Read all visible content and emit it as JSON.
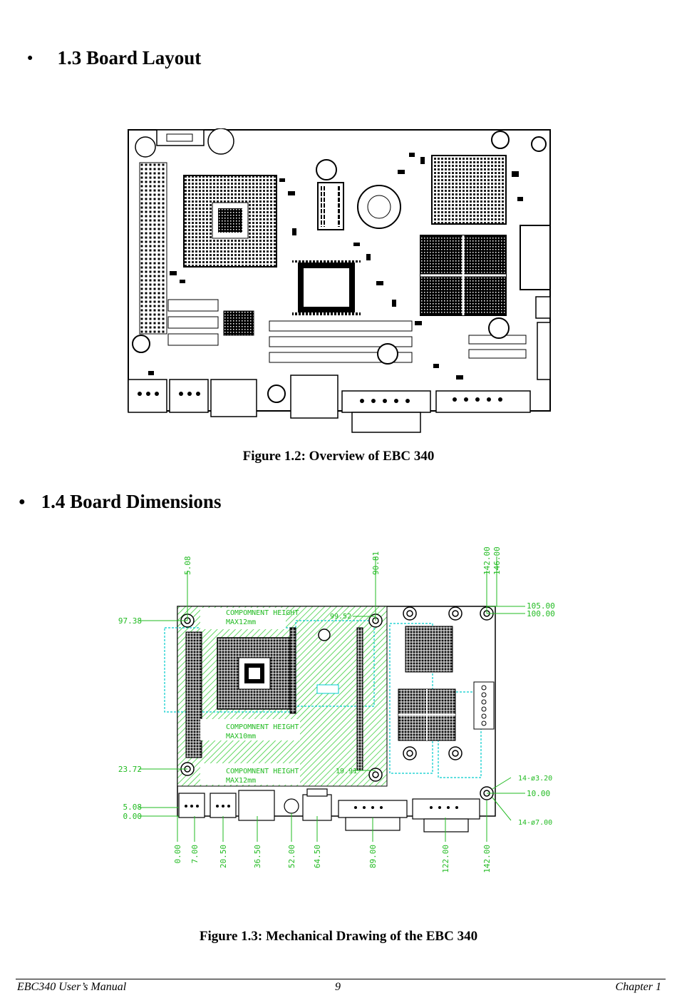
{
  "section_layout": {
    "bullet": "●",
    "title": "1.3 Board Layout"
  },
  "figure_1_2": {
    "caption": "Figure 1.2: Overview of EBC 340"
  },
  "section_dimensions": {
    "bullet": "●",
    "title": "1.4 Board Dimensions"
  },
  "figure_1_3": {
    "caption": "Figure 1.3: Mechanical Drawing of the EBC 340",
    "labels": {
      "component_height_12_top": "COMPOMNENT HEIGHT",
      "max_12_top": "MAX12mm",
      "component_height_10": "COMPOMNENT HEIGHT",
      "max_10": "MAX10mm",
      "component_height_12_bottom": "COMPOMNENT HEIGHT",
      "max_12_bottom": "MAX12mm",
      "dim_99_52": "99.52",
      "dim_19_91": "19.91",
      "hole_small": "14-ø3.20",
      "hole_large": "14-ø7.00"
    },
    "left_dims": [
      "97.38",
      "23.72",
      "5.08",
      "0.00"
    ],
    "right_dims": [
      "105.00",
      "100.00",
      "10.00"
    ],
    "top_dims": [
      "5.08",
      "90.81",
      "142.00",
      "146.00"
    ],
    "bottom_dims": [
      "0.00",
      "7.00",
      "20.50",
      "36.50",
      "52.00",
      "64.50",
      "89.00",
      "122.00",
      "142.00"
    ]
  },
  "footer": {
    "manual": "EBC340 User’s Manual",
    "page": "9",
    "chapter": "Chapter 1"
  }
}
